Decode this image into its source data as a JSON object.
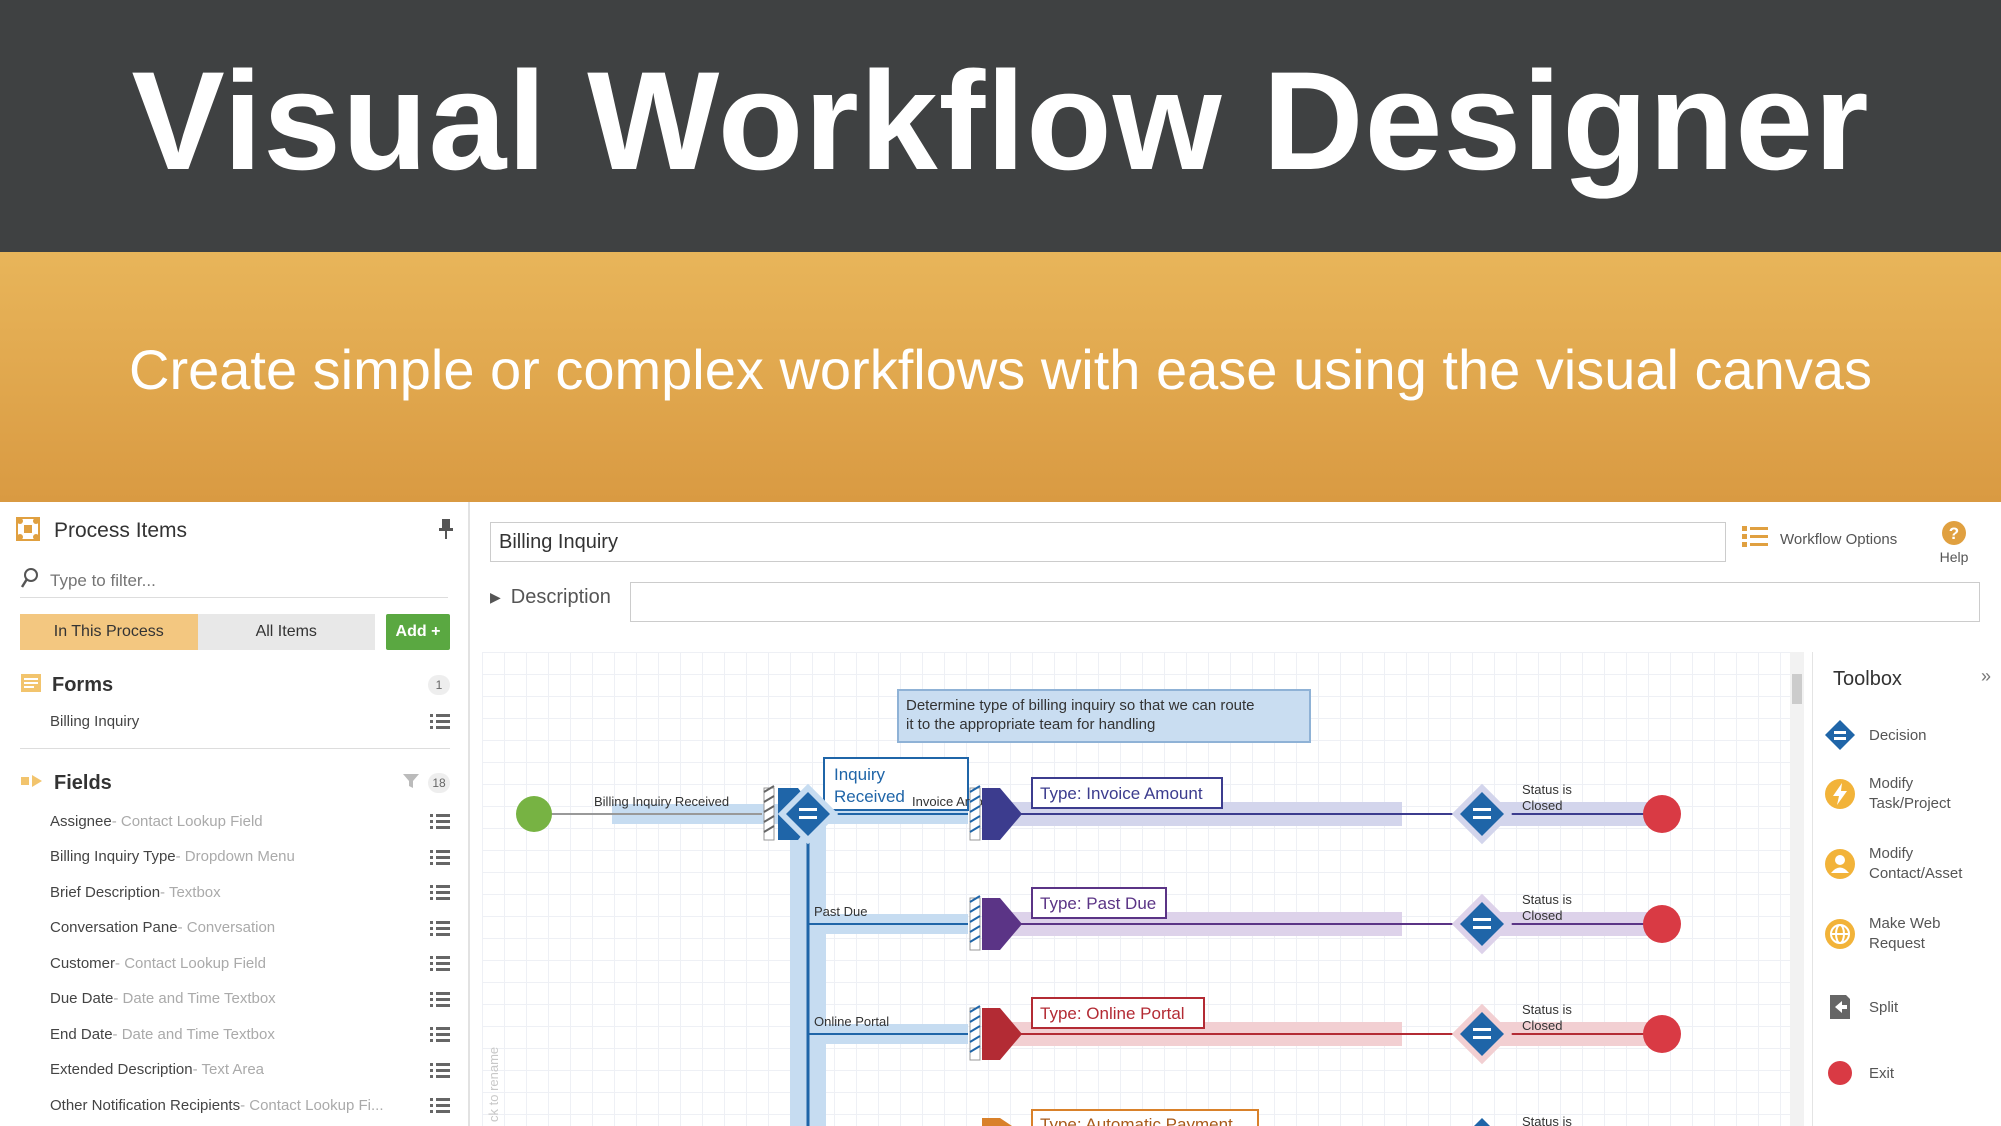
{
  "hero": {
    "title": "Visual Workflow Designer",
    "subtitle": "Create simple or complex workflows with ease using the visual canvas"
  },
  "left_panel": {
    "title": "Process Items",
    "filter_placeholder": "Type to filter...",
    "tabs": [
      {
        "label": "In This Process",
        "active": true
      },
      {
        "label": "All Items",
        "active": false
      }
    ],
    "add_label": "Add +",
    "forms": {
      "label": "Forms",
      "count": "1",
      "items": [
        "Billing Inquiry"
      ]
    },
    "fields": {
      "label": "Fields",
      "count": "18",
      "items": [
        {
          "name": "Assignee",
          "type": " - Contact Lookup Field"
        },
        {
          "name": "Billing Inquiry Type",
          "type": " - Dropdown Menu"
        },
        {
          "name": "Brief Description",
          "type": " - Textbox"
        },
        {
          "name": "Conversation Pane",
          "type": " - Conversation"
        },
        {
          "name": "Customer",
          "type": " - Contact Lookup Field"
        },
        {
          "name": "Due Date",
          "type": " - Date and Time Textbox"
        },
        {
          "name": "End Date",
          "type": " - Date and Time Textbox"
        },
        {
          "name": "Extended Description",
          "type": " - Text Area"
        },
        {
          "name": "Other Notification Recipients",
          "type": " - Contact Lookup Fi..."
        }
      ]
    }
  },
  "header": {
    "workflow_name": "Billing Inquiry",
    "workflow_options_label": "Workflow Options",
    "help_label": "Help",
    "description_label": "Description"
  },
  "canvas": {
    "note": [
      "Determine type of billing inquiry so that we can route",
      "it to the appropriate team for handling"
    ],
    "start_label": "Billing Inquiry Received",
    "task_label": [
      "Inquiry",
      "Received"
    ],
    "branch_labels": [
      "Invoice Amount",
      "Past Due",
      "Online Portal"
    ],
    "type_labels": [
      "Type: Invoice Amount",
      "Type: Past Due",
      "Type: Online Portal",
      "Type: Automatic Payment"
    ],
    "status_label": [
      "Status is",
      "Closed"
    ],
    "side_text": "ck to rename",
    "colors": {
      "invoice": "#3c3c8e",
      "past_due": "#5b3486",
      "online": "#b32b34",
      "automatic": "#d9812a",
      "trunk": "#1f65a8",
      "start": "#77b343",
      "end": "#d93a44"
    }
  },
  "toolbox": {
    "title": "Toolbox",
    "collapse": "»",
    "items": [
      {
        "label": [
          "Decision"
        ],
        "icon": "decision-icon"
      },
      {
        "label": [
          "Modify",
          "Task/Project"
        ],
        "icon": "lightning-icon"
      },
      {
        "label": [
          "Modify",
          "Contact/Asset"
        ],
        "icon": "person-icon"
      },
      {
        "label": [
          "Make Web",
          "Request"
        ],
        "icon": "globe-icon"
      },
      {
        "label": [
          "Split"
        ],
        "icon": "split-icon"
      },
      {
        "label": [
          "Exit"
        ],
        "icon": "exit-icon"
      }
    ]
  }
}
